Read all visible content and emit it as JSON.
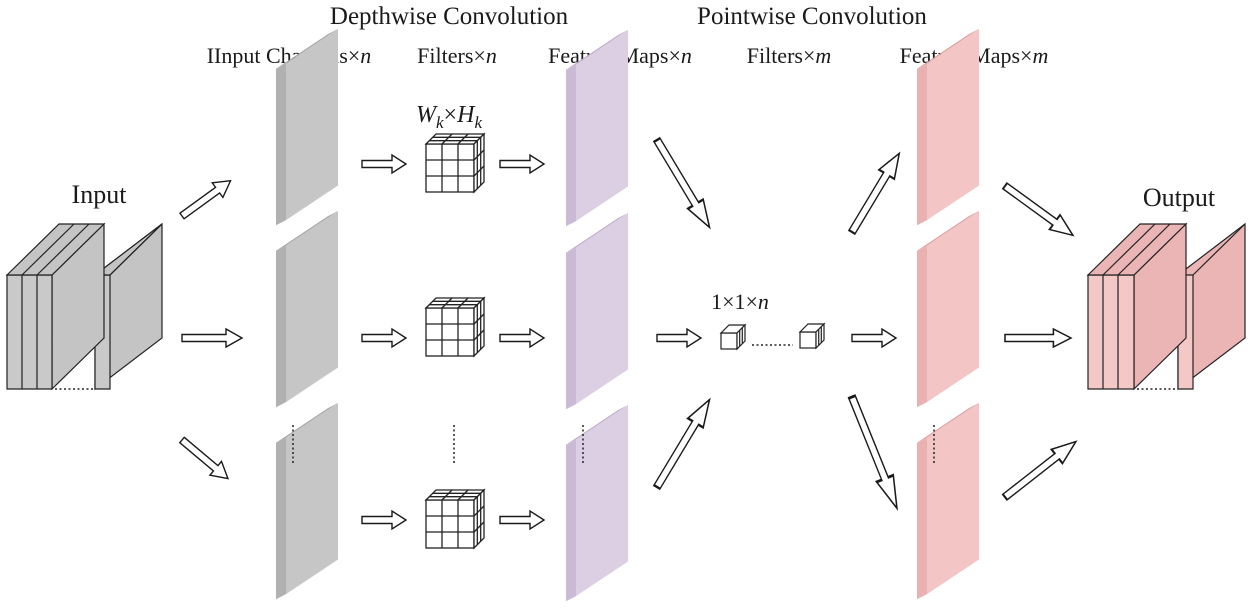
{
  "sections": {
    "depthwise": "Depthwise Convolution",
    "pointwise": "Pointwise Convolution"
  },
  "columns": {
    "input_channels": {
      "text": "IInput Channels×",
      "var": "n"
    },
    "filters_n": {
      "text": "Filters×",
      "var": "n"
    },
    "feature_maps_n": {
      "text": "Feature Maps×",
      "var": "n"
    },
    "filters_m": {
      "text": "Filters×",
      "var": "m"
    },
    "feature_maps_m": {
      "text": "Feature Maps×",
      "var": "m"
    }
  },
  "labels": {
    "input": "Input",
    "output": "Output",
    "kernel": {
      "w": "W",
      "k1": "k",
      "x": "×",
      "h": "H",
      "k2": "k"
    },
    "pointwise_kernel": {
      "text": "1×1×",
      "var": "n"
    }
  },
  "colors": {
    "gray_face": "#c6c6c6",
    "gray_side": "#b3b3b3",
    "gray_top": "#a9a9a9",
    "purple_face": "#dccfe3",
    "purple_side": "#cdbcd7",
    "purple_top": "#c2b0cd",
    "pink_face": "#f3c6c6",
    "pink_side": "#eab3b3",
    "pink_top": "#e0a3a3",
    "input_face": "#c4c4c4",
    "output_face": "#f5c8c8"
  }
}
